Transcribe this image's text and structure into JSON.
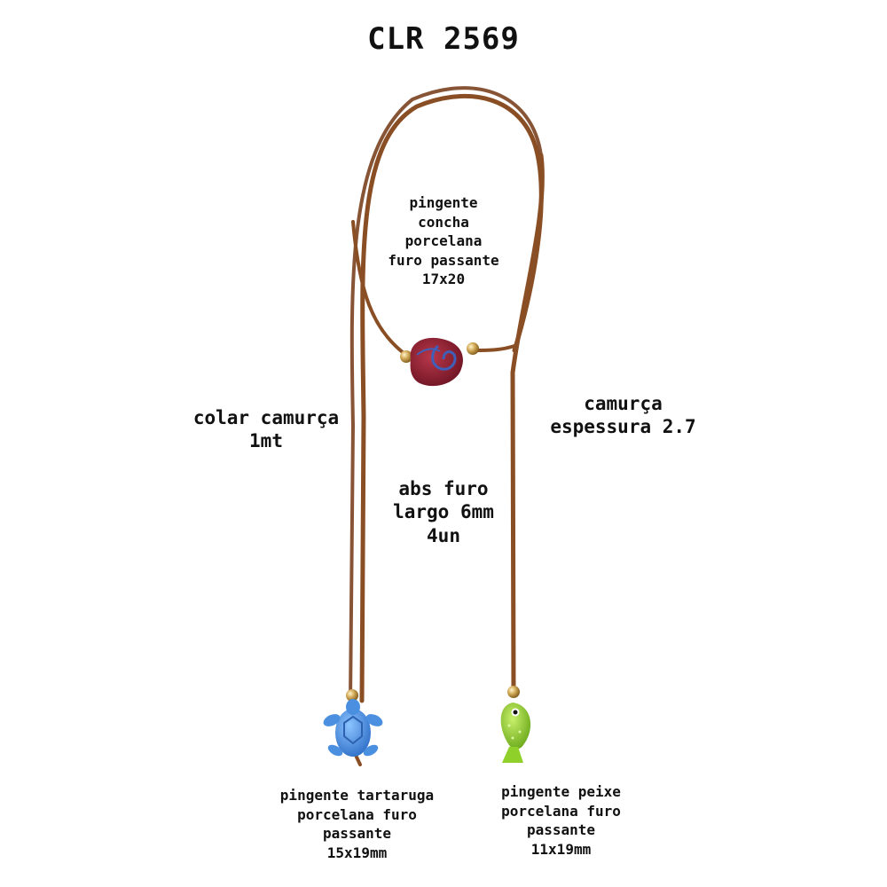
{
  "title": "CLR 2569",
  "labels": {
    "shell_pendant": [
      "pingente",
      "concha",
      "porcelana",
      "furo passante",
      "17x20"
    ],
    "necklace": [
      "colar camurça",
      "1mt"
    ],
    "suede": [
      "camurça",
      "espessura 2.7"
    ],
    "abs_beads": [
      "abs furo",
      "largo 6mm",
      "4un"
    ],
    "turtle_pendant": [
      "pingente tartaruga",
      "porcelana furo",
      "passante",
      "15x19mm"
    ],
    "fish_pendant": [
      "pingente peixe",
      "porcelana furo",
      "passante",
      "11x19mm"
    ]
  },
  "colors": {
    "cord": "#8a4e24",
    "shell": "#8e2030",
    "shell_accent": "#3f5fb8",
    "gold_bead": "#c9a14a",
    "turtle": "#4a8fe0",
    "fish": "#8fd12a"
  }
}
